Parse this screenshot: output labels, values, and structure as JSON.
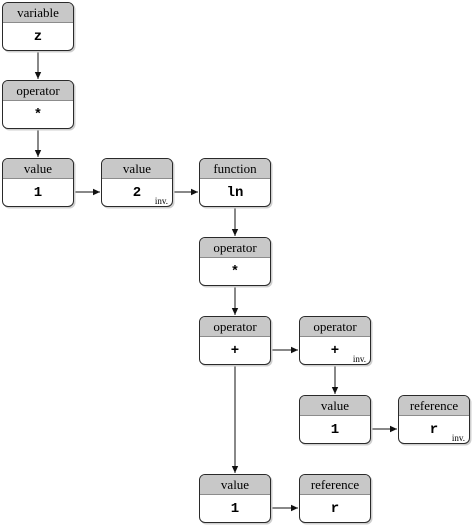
{
  "nodes": [
    {
      "id": "n0",
      "type": "variable",
      "value": "z",
      "flag": ""
    },
    {
      "id": "n1",
      "type": "operator",
      "value": "*",
      "flag": ""
    },
    {
      "id": "n2",
      "type": "value",
      "value": "1",
      "flag": ""
    },
    {
      "id": "n3",
      "type": "value",
      "value": "2",
      "flag": "inv."
    },
    {
      "id": "n4",
      "type": "function",
      "value": "ln",
      "flag": ""
    },
    {
      "id": "n5",
      "type": "operator",
      "value": "*",
      "flag": ""
    },
    {
      "id": "n6",
      "type": "operator",
      "value": "+",
      "flag": ""
    },
    {
      "id": "n7",
      "type": "operator",
      "value": "+",
      "flag": "inv."
    },
    {
      "id": "n8",
      "type": "value",
      "value": "1",
      "flag": ""
    },
    {
      "id": "n9",
      "type": "reference",
      "value": "r",
      "flag": "inv."
    },
    {
      "id": "n10",
      "type": "value",
      "value": "1",
      "flag": ""
    },
    {
      "id": "n11",
      "type": "reference",
      "value": "r",
      "flag": ""
    }
  ],
  "edges": [
    {
      "from": "n0",
      "to": "n1"
    },
    {
      "from": "n1",
      "to": "n2"
    },
    {
      "from": "n2",
      "to": "n3"
    },
    {
      "from": "n3",
      "to": "n4"
    },
    {
      "from": "n4",
      "to": "n5"
    },
    {
      "from": "n5",
      "to": "n6"
    },
    {
      "from": "n6",
      "to": "n7"
    },
    {
      "from": "n7",
      "to": "n8"
    },
    {
      "from": "n8",
      "to": "n9"
    },
    {
      "from": "n6",
      "to": "n10"
    },
    {
      "from": "n10",
      "to": "n11"
    }
  ]
}
